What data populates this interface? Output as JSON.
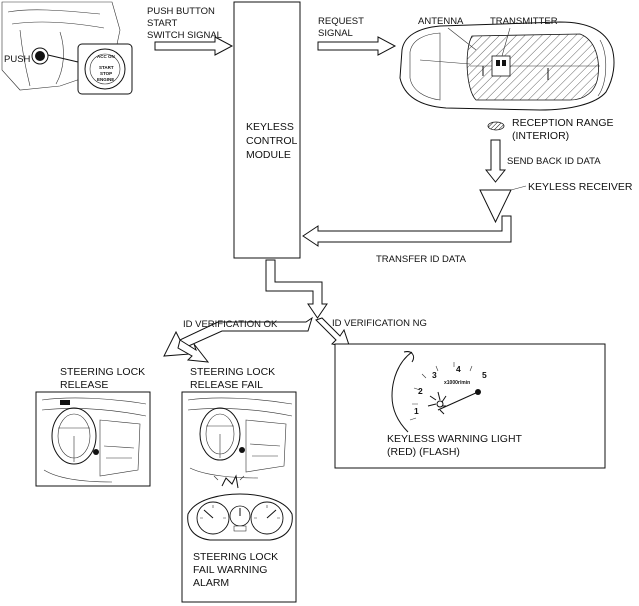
{
  "labels": {
    "push": "PUSH",
    "push_signal": [
      "PUSH BUTTON",
      "START",
      "SWITCH SIGNAL"
    ],
    "request_signal": [
      "REQUEST",
      "SIGNAL"
    ],
    "antenna": "ANTENNA",
    "transmitter": "TRANSMITTER",
    "module": [
      "KEYLESS",
      "CONTROL",
      "MODULE"
    ],
    "reception_range": [
      "RECEPTION RANGE",
      "(INTERIOR)"
    ],
    "send_back": "SEND BACK ID DATA",
    "keyless_receiver": "KEYLESS RECEIVER",
    "transfer": "TRANSFER ID DATA",
    "id_ok": "ID VERIFICATION OK",
    "id_ng": "ID VERIFICATION NG",
    "steering_release": [
      "STEERING LOCK",
      "RELEASE"
    ],
    "steering_release_fail": [
      "STEERING LOCK",
      "RELEASE FAIL"
    ],
    "steering_fail_alarm": [
      "STEERING LOCK",
      "FAIL WARNING",
      "ALARM"
    ],
    "warning_light": [
      "KEYLESS WARNING LIGHT",
      "(RED) (FLASH)"
    ]
  },
  "button_text": [
    "ACC",
    "ON",
    "START",
    "STOP",
    "ENGINE"
  ],
  "tach": {
    "ticks": [
      "1",
      "2",
      "3",
      "4",
      "5"
    ],
    "unit": "x1000r/min"
  }
}
